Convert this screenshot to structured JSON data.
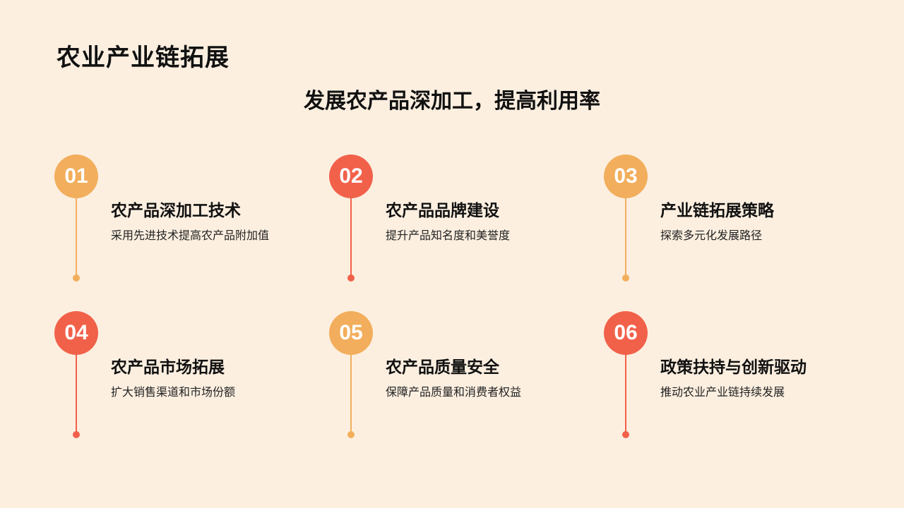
{
  "page": {
    "title": "农业产业链拓展",
    "subtitle": "发展农产品深加工，提高利用率"
  },
  "colors": {
    "background": "#fcefe0",
    "orange": "#f2ae5c",
    "red": "#f1614a"
  },
  "items": [
    {
      "number": "01",
      "title": "农产品深加工技术",
      "desc": "采用先进技术提高农产品附加值",
      "color": "orange"
    },
    {
      "number": "02",
      "title": "农产品品牌建设",
      "desc": "提升产品知名度和美誉度",
      "color": "red"
    },
    {
      "number": "03",
      "title": "产业链拓展策略",
      "desc": "探索多元化发展路径",
      "color": "orange"
    },
    {
      "number": "04",
      "title": "农产品市场拓展",
      "desc": "扩大销售渠道和市场份额",
      "color": "red"
    },
    {
      "number": "05",
      "title": "农产品质量安全",
      "desc": "保障产品质量和消费者权益",
      "color": "orange"
    },
    {
      "number": "06",
      "title": "政策扶持与创新驱动",
      "desc": "推动农业产业链持续发展",
      "color": "red"
    }
  ]
}
